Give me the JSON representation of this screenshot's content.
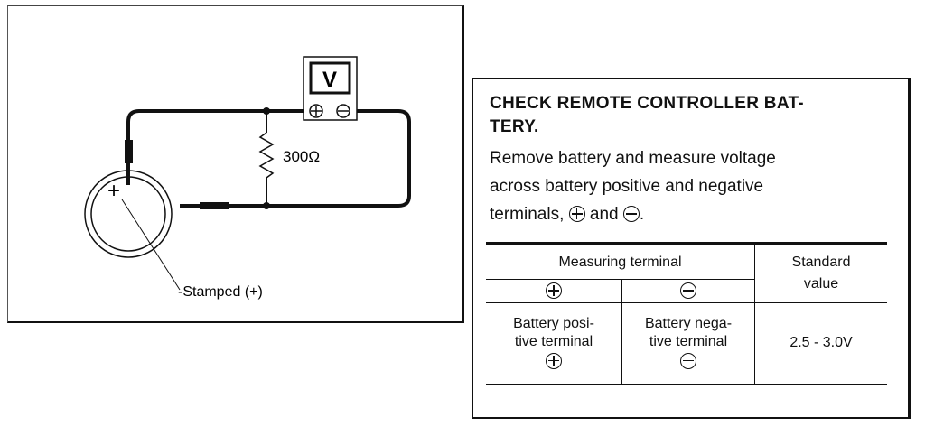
{
  "diagram": {
    "meter_label": "V",
    "resistor_label": "300Ω",
    "stamped_label": "Stamped (+)",
    "battery_plus": "+"
  },
  "info": {
    "heading_line1": "CHECK REMOTE CONTROLLER BAT-",
    "heading_line2": "TERY.",
    "instructions": {
      "line1": "Remove battery and measure voltage",
      "line2": "across battery positive and negative",
      "line3_start": "terminals,",
      "line3_and": "and",
      "line3_end": "."
    }
  },
  "table": {
    "measuring_terminal_header": "Measuring terminal",
    "standard_value_header_line1": "Standard",
    "standard_value_header_line2": "value",
    "positive_cell_line1": "Battery posi-",
    "positive_cell_line2": "tive terminal",
    "negative_cell_line1": "Battery nega-",
    "negative_cell_line2": "tive terminal",
    "standard_value": "2.5 - 3.0V"
  },
  "symbols": {
    "positive": "positive-terminal-icon",
    "negative": "negative-terminal-icon"
  }
}
